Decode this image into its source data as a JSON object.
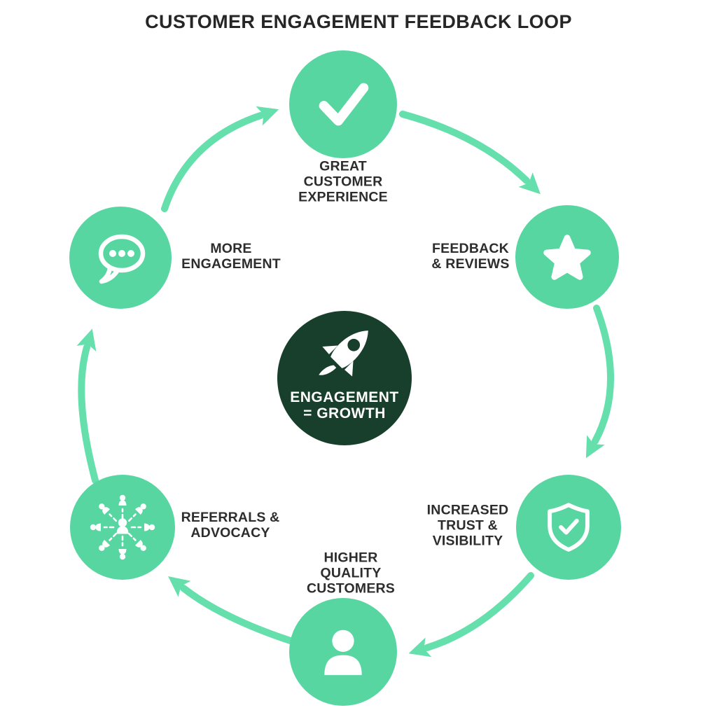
{
  "title": "CUSTOMER ENGAGEMENT FEEDBACK LOOP",
  "diagram_type": "circular feedback loop",
  "flow_direction": "clockwise",
  "sequence": [
    "great-customer-experience",
    "feedback-reviews",
    "increased-trust-visibility",
    "higher-quality-customers",
    "referrals-advocacy",
    "more-engagement"
  ],
  "center": {
    "icon": "rocket-icon",
    "lines": [
      "ENGAGEMENT",
      "= GROWTH"
    ]
  },
  "nodes": {
    "top": {
      "id": "great-customer-experience",
      "icon": "checkmark-icon",
      "lines": [
        "GREAT",
        "CUSTOMER",
        "EXPERIENCE"
      ]
    },
    "upper_right": {
      "id": "feedback-reviews",
      "icon": "star-icon",
      "lines": [
        "FEEDBACK",
        "& REVIEWS"
      ]
    },
    "lower_right": {
      "id": "increased-trust-visibility",
      "icon": "shield-check-icon",
      "lines": [
        "INCREASED",
        "TRUST &",
        "VISIBILITY"
      ]
    },
    "bottom": {
      "id": "higher-quality-customers",
      "icon": "person-icon",
      "lines": [
        "HIGHER",
        "QUALITY",
        "CUSTOMERS"
      ]
    },
    "lower_left": {
      "id": "referrals-advocacy",
      "icon": "referral-network-icon",
      "lines": [
        "REFERRALS &",
        "ADVOCACY"
      ]
    },
    "upper_left": {
      "id": "more-engagement",
      "icon": "chat-bubble-icon",
      "lines": [
        "MORE",
        "ENGAGEMENT"
      ]
    }
  },
  "colors": {
    "background": "#ffffff",
    "node_mint_green": "#57d6a2",
    "arrow_green": "#65dfac",
    "center_dark_green": "#183f2c",
    "icon_white": "#ffffff",
    "label_text": "#2d2d2d",
    "title_text": "#262626"
  }
}
